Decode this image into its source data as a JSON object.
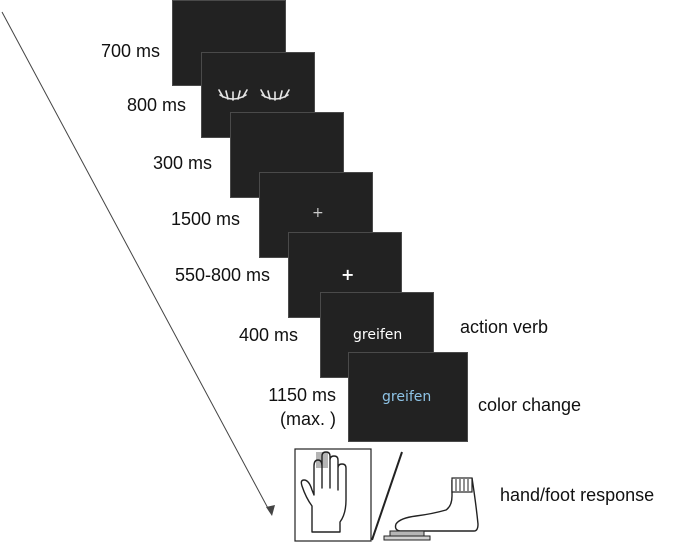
{
  "steps": [
    {
      "duration": "700 ms",
      "content": "blank"
    },
    {
      "duration": "800 ms",
      "content": "eyes-closed"
    },
    {
      "duration": "300 ms",
      "content": "blank"
    },
    {
      "duration": "1500 ms",
      "content": "+"
    },
    {
      "duration": "550-800 ms",
      "content": "+"
    },
    {
      "duration": "400 ms",
      "content": "greifen",
      "annotation": "action verb"
    },
    {
      "duration": "1150 ms",
      "duration_note": "(max. )",
      "content": "greifen",
      "annotation": "color change"
    }
  ],
  "response": {
    "label": "hand/foot response"
  },
  "colors": {
    "screen": "#222222",
    "word_white": "#ffffff",
    "word_changed": "#8ec3e6"
  }
}
